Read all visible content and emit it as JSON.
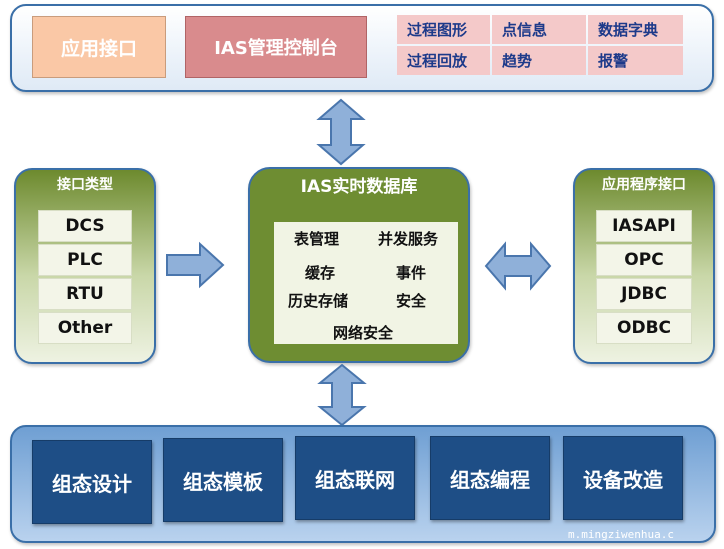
{
  "top": {
    "app_interface": "应用接口",
    "console": "IAS管理控制台",
    "features": [
      "过程图形",
      "点信息",
      "数据字典",
      "过程回放",
      "趋势",
      "报警"
    ]
  },
  "left": {
    "title": "接口类型",
    "items": [
      "DCS",
      "PLC",
      "RTU",
      "Other"
    ]
  },
  "center": {
    "title": "IAS实时数据库",
    "items": [
      "表管理",
      "并发服务",
      "缓存",
      "事件",
      "历史存储",
      "安全",
      "网络安全"
    ]
  },
  "right": {
    "title": "应用程序接口",
    "items": [
      "IASAPI",
      "OPC",
      "JDBC",
      "ODBC"
    ]
  },
  "bottom": {
    "items": [
      "组态设计",
      "组态模板",
      "组态联网",
      "组态编程",
      "设备改造"
    ]
  },
  "watermark": "m.mingziwenhua.c",
  "colors": {
    "arrow_fill": "#8fb0d9",
    "arrow_stroke": "#4a76ad",
    "panel_border": "#3a6fa8",
    "center_fill": "#6e8d32",
    "bottom_box": "#1e4e86"
  }
}
